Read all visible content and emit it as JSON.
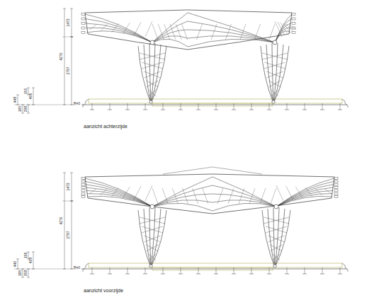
{
  "diagram": {
    "labels": [
      "1473",
      "4270",
      "2797",
      "155",
      "406",
      "448",
      "185",
      "298",
      "P=0",
      "aanzicht achterzijde",
      "1473",
      "4270",
      "2797",
      "156",
      "439",
      "440",
      "185",
      "358",
      "P=0",
      "aanzicht voorzijde"
    ]
  }
}
